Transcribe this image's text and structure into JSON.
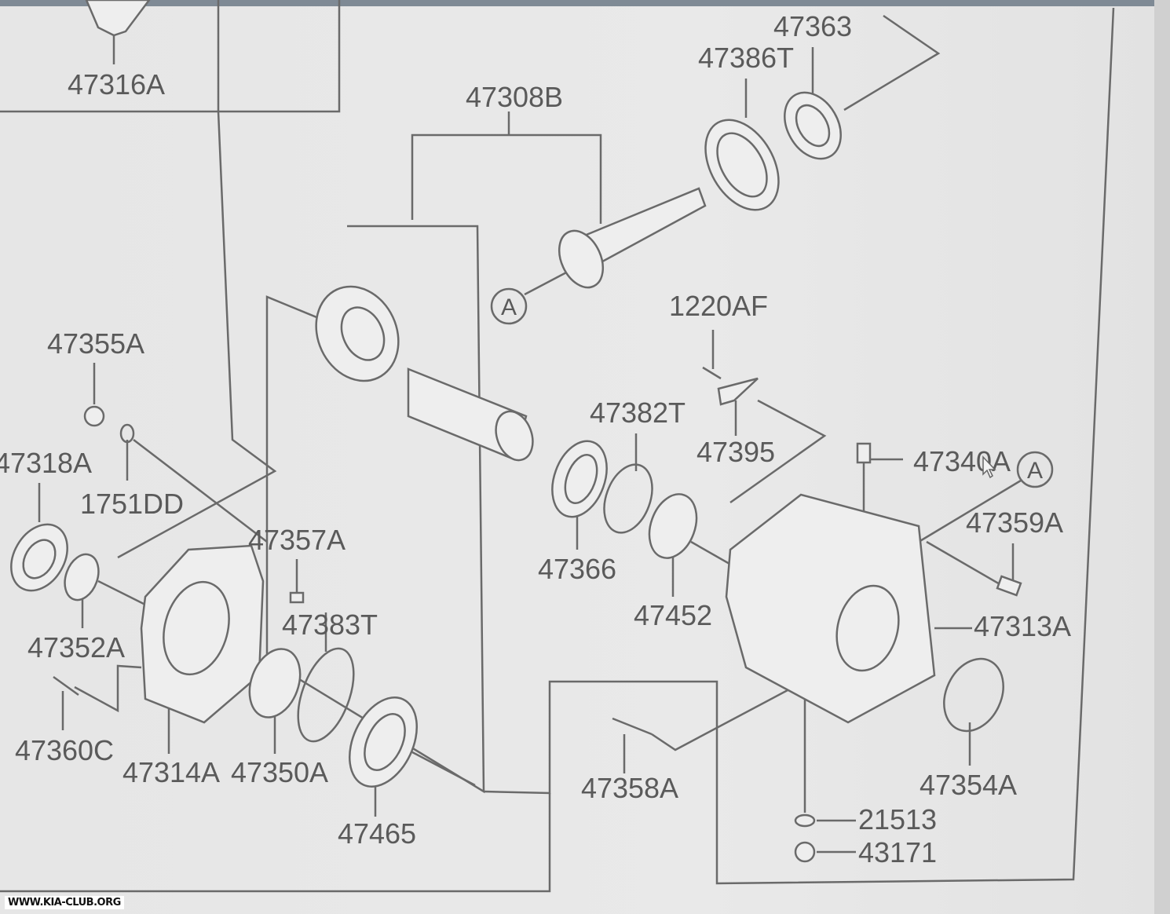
{
  "labels": {
    "p47316A": "47316A",
    "p47308B": "47308B",
    "p47363": "47363",
    "p47386T": "47386T",
    "p1220AF": "1220AF",
    "p47355A": "47355A",
    "p47318A": "47318A",
    "p1751DD": "1751DD",
    "p47357A": "47357A",
    "p47382T": "47382T",
    "p47395": "47395",
    "p47340A": "47340A",
    "p47359A": "47359A",
    "p47366": "47366",
    "p47452": "47452",
    "p47352A": "47352A",
    "p47383T": "47383T",
    "p47313A": "47313A",
    "p47360C": "47360C",
    "p47314A": "47314A",
    "p47350A": "47350A",
    "p47465": "47465",
    "p47358A": "47358A",
    "p47354A": "47354A",
    "p21513": "21513",
    "p43171": "43171"
  },
  "reference_marks": {
    "a1": "A",
    "a2": "A"
  },
  "watermark": "WWW.KIA-CLUB.ORG"
}
